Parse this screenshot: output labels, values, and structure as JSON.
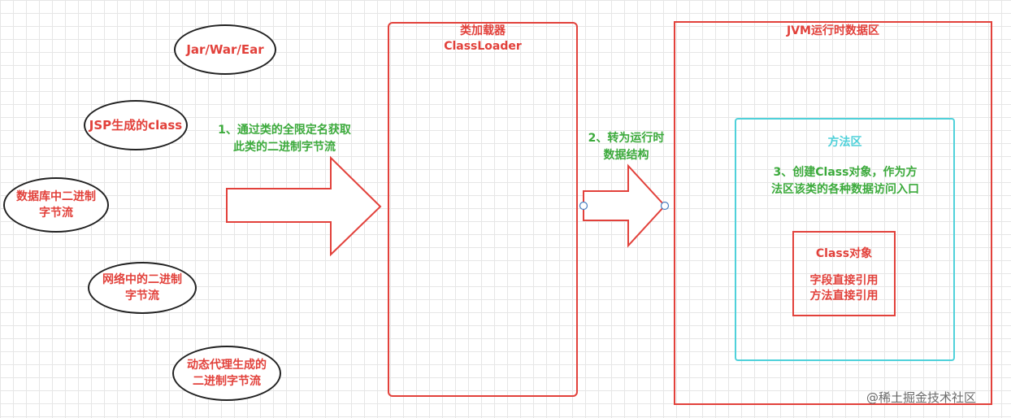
{
  "sources": [
    {
      "label": "Jar/War/Ear"
    },
    {
      "label": "JSP生成的class"
    },
    {
      "label": "数据库中二进制\n字节流"
    },
    {
      "label": "网络中的二进制\n字节流"
    },
    {
      "label": "动态代理生成的\n二进制字节流"
    }
  ],
  "step1": {
    "label": "1、通过类的全限定名获取\n此类的二进制字节流"
  },
  "classloader": {
    "title": "类加载器\nClassLoader"
  },
  "step2": {
    "label": "2、转为运行时\n数据结构"
  },
  "jvm": {
    "title": "JVM运行时数据区"
  },
  "method_area": {
    "title": "方法区",
    "step3": "3、创建Class对象，作为方\n法区该类的各种数据访问入口"
  },
  "class_object": {
    "title": "Class对象",
    "body": "字段直接引用\n方法直接引用"
  },
  "watermark": "@稀土掘金技术社区",
  "colors": {
    "red": "#e2413b",
    "cyan": "#4fd1da",
    "green": "#3caa3c"
  }
}
